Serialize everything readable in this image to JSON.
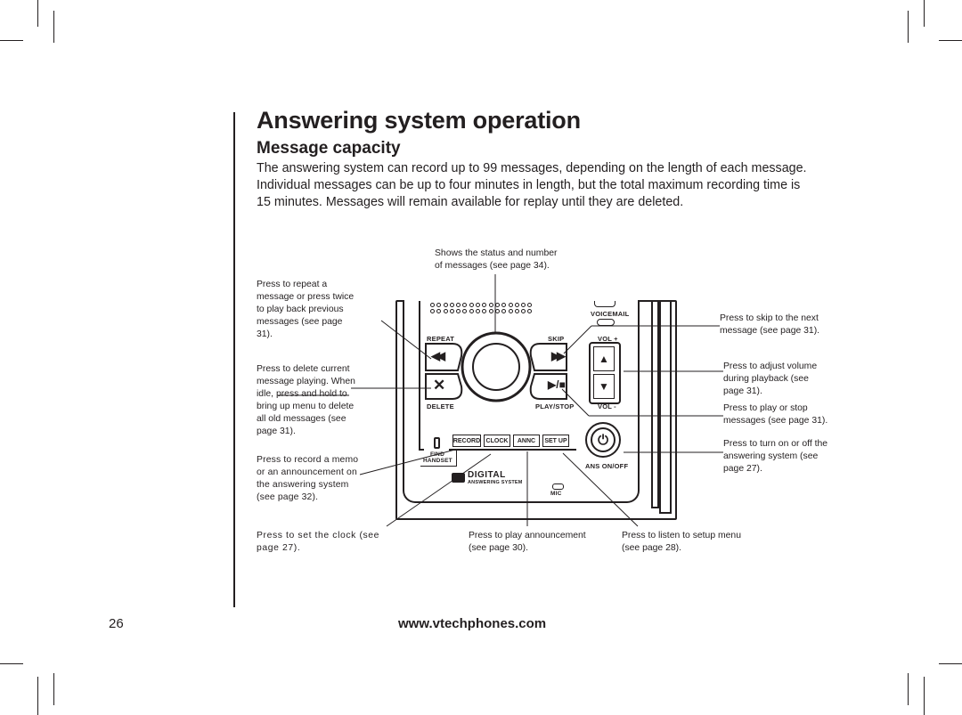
{
  "header": {
    "title": "Answering system operation",
    "subtitle": "Message capacity"
  },
  "intro": {
    "line1": "The answering system can record up to 99 messages, depending on the length of each message.",
    "line2": "Individual messages can be up to four minutes in length, but the total maximum recording time is",
    "line3": "15 minutes. Messages will remain available for replay until they are deleted."
  },
  "callouts": {
    "status": [
      "Shows the status and number",
      "of messages (see page 34)."
    ],
    "repeat": [
      "Press to repeat a",
      "message or press twice",
      "to play back previous",
      "messages (see page",
      "31)."
    ],
    "delete": [
      "Press to delete current",
      "message playing. When",
      "idle, press and hold to",
      "bring up menu to delete",
      "all old messages (see",
      "page 31)."
    ],
    "record": [
      "Press to record a memo",
      "or an announcement on",
      "the answering system",
      "(see page 32)."
    ],
    "clock": [
      "Press to set the clock (see",
      "page 27)."
    ],
    "annc": [
      "Press to play announcement",
      "(see page 30)."
    ],
    "setup": [
      "Press to listen to setup menu",
      "(see page 28)."
    ],
    "skip": [
      "Press to skip to the next",
      "message (see page 31)."
    ],
    "volume": [
      "Press to adjust volume",
      "during playback (see",
      "page 31)."
    ],
    "play": [
      "Press to play or stop",
      "messages (see page 31)."
    ],
    "power": [
      "Press to turn on or off the",
      "answering system (see",
      "page 27)."
    ]
  },
  "device": {
    "voicemail": "VOICEMAIL",
    "repeat": "REPEAT",
    "skip": "SKIP",
    "vol_up": "VOL +",
    "vol_down": "VOL -",
    "delete": "DELETE",
    "play_stop": "PLAY/STOP",
    "record": "RECORD",
    "clock": "CLOCK",
    "annc": "ANNC",
    "setup": "SET UP",
    "find": "FIND",
    "handset": "HANDSET",
    "ans_onoff": "ANS ON/OFF",
    "brand": "DIGITAL",
    "brand_sub": "ANSWERING SYSTEM",
    "mic": "MIC"
  },
  "footer": {
    "page_number": "26",
    "url": "www.vtechphones.com"
  }
}
